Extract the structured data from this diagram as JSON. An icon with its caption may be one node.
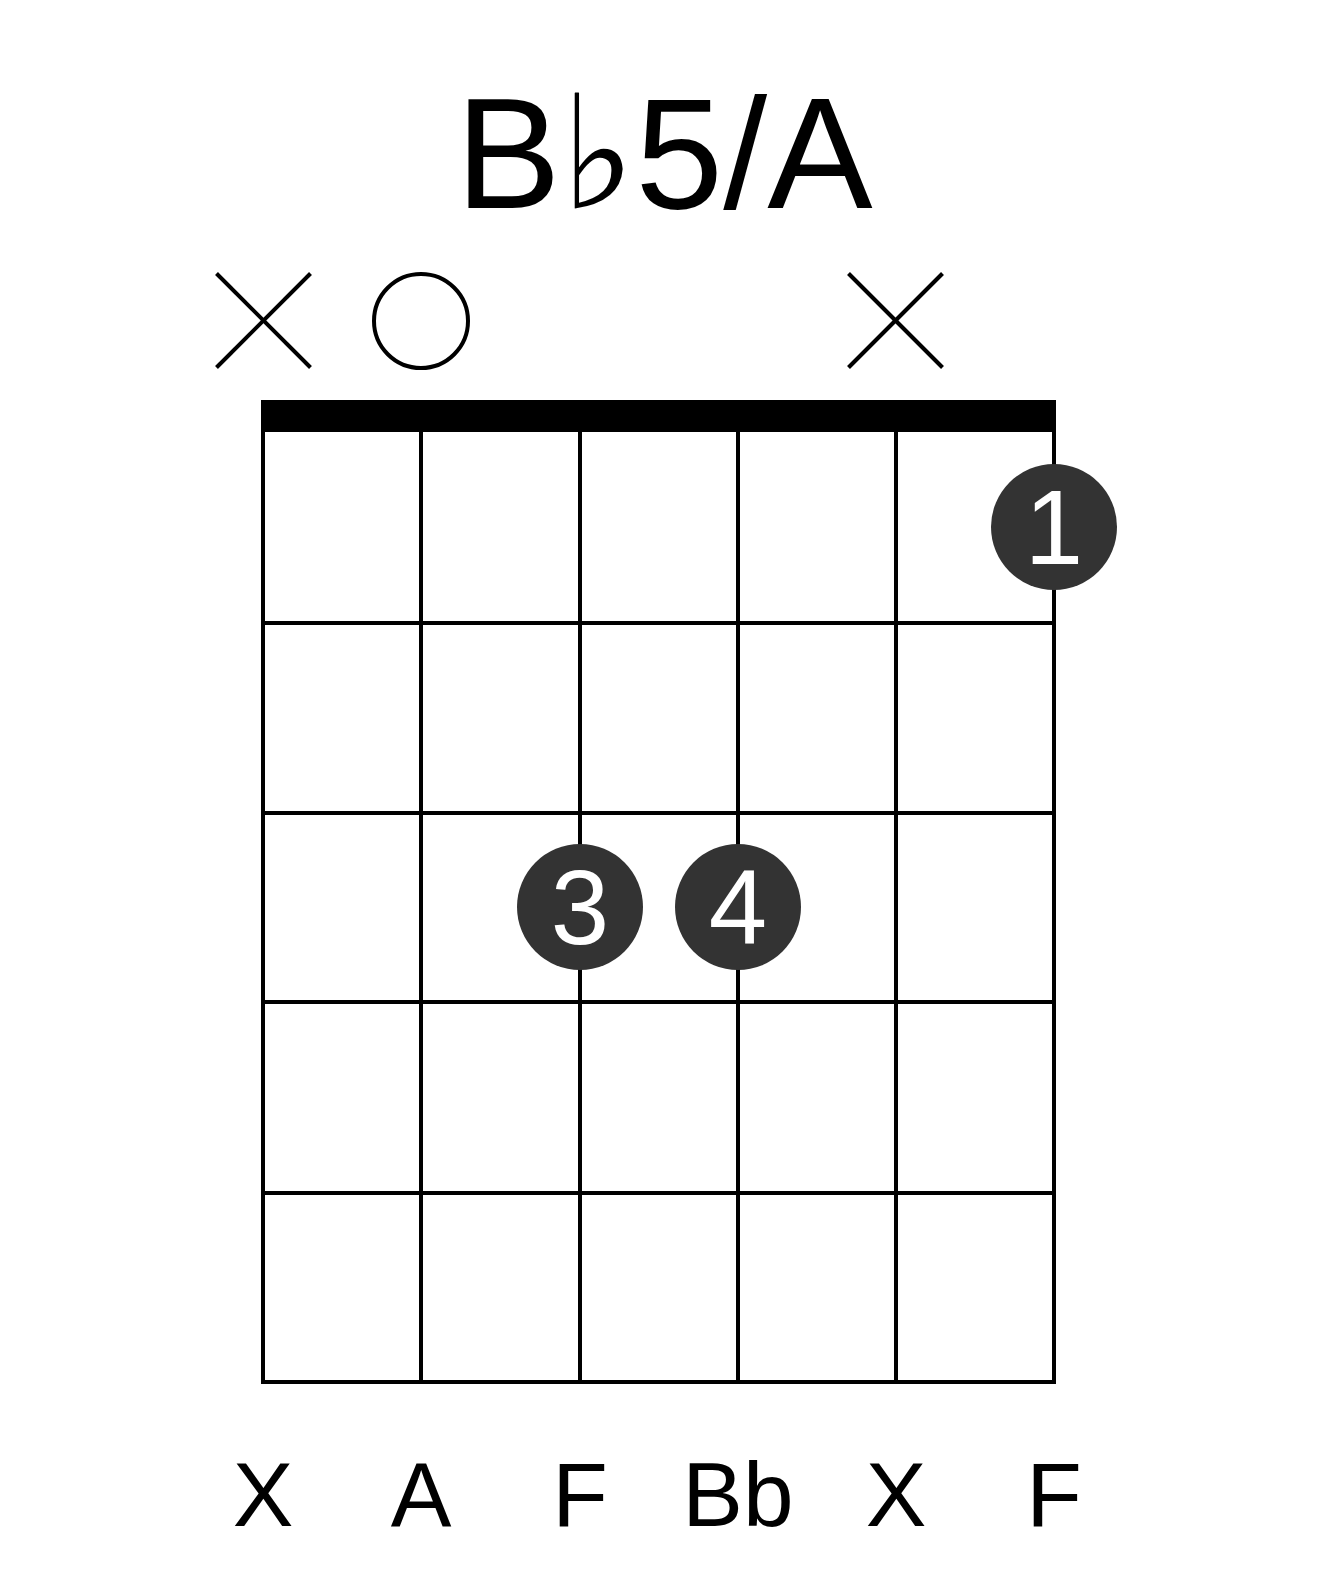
{
  "diagram": {
    "title": "B♭5/A",
    "nodes": [
      {
        "text": [],
        "shape": "cross"
      },
      {
        "text": [],
        "shape": "circle"
      },
      {
        "text": [],
        "shape": "cross"
      },
      {
        "text": [
          "1"
        ]
      },
      {
        "text": [
          "3"
        ]
      },
      {
        "text": [
          "4"
        ]
      }
    ],
    "labels": [
      "X",
      "A",
      "F",
      "Bb",
      "X",
      "F"
    ]
  }
}
